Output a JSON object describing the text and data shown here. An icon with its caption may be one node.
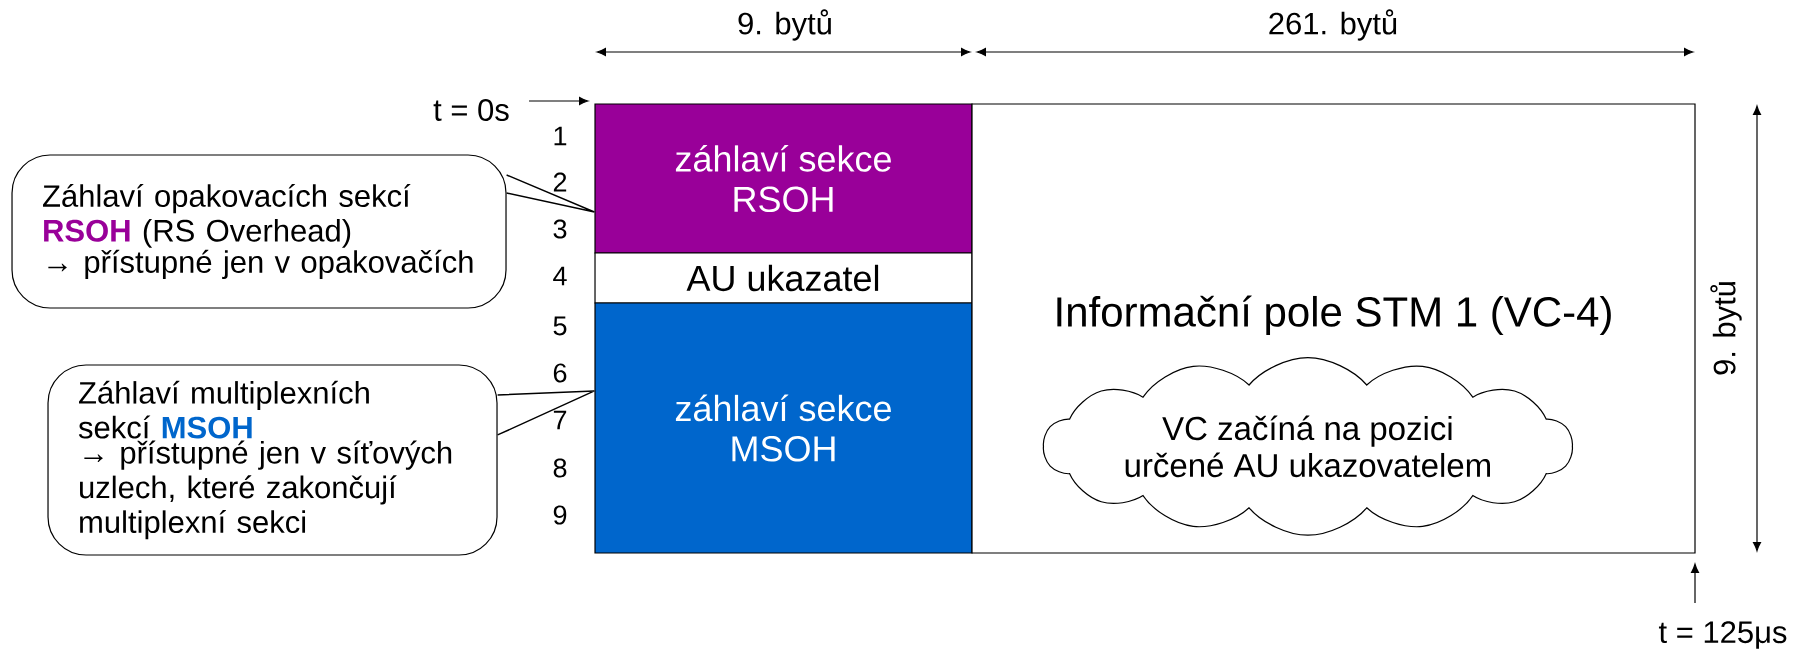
{
  "diagram": {
    "nodes": [
      {
        "text": [
          "záhlaví sekce RSOH"
        ]
      },
      {
        "text": [
          "AU ukazatel"
        ]
      },
      {
        "text": [
          "záhlaví sekce MSOH"
        ]
      },
      {
        "text": [
          "Informační pole STM 1 (VC-4)"
        ]
      },
      {
        "text": [
          "VC začíná na pozici určené AU ukazovatelem"
        ],
        "in": 3
      },
      {
        "text": [
          "Záhlaví opakovacích sekcí **RSOH** (RS Overhead)",
          "→ přístupné jen v opakovačích"
        ]
      },
      {
        "text": [
          "Záhlaví multiplexních sekcí **MSOH**",
          "→ přístupné jen v síťových uzlech, které zakončují multiplexní sekci"
        ]
      }
    ],
    "edges": [
      {
        "from": 5,
        "to": 0,
        "arrow": "none"
      },
      {
        "from": 6,
        "to": 2,
        "arrow": "none"
      }
    ],
    "labels": [
      "9. bytů",
      "261. bytů",
      "t = 0s",
      "1",
      "2",
      "3",
      "4",
      "5",
      "6",
      "7",
      "8",
      "9",
      "9. bytů",
      "t = 125μs"
    ]
  }
}
